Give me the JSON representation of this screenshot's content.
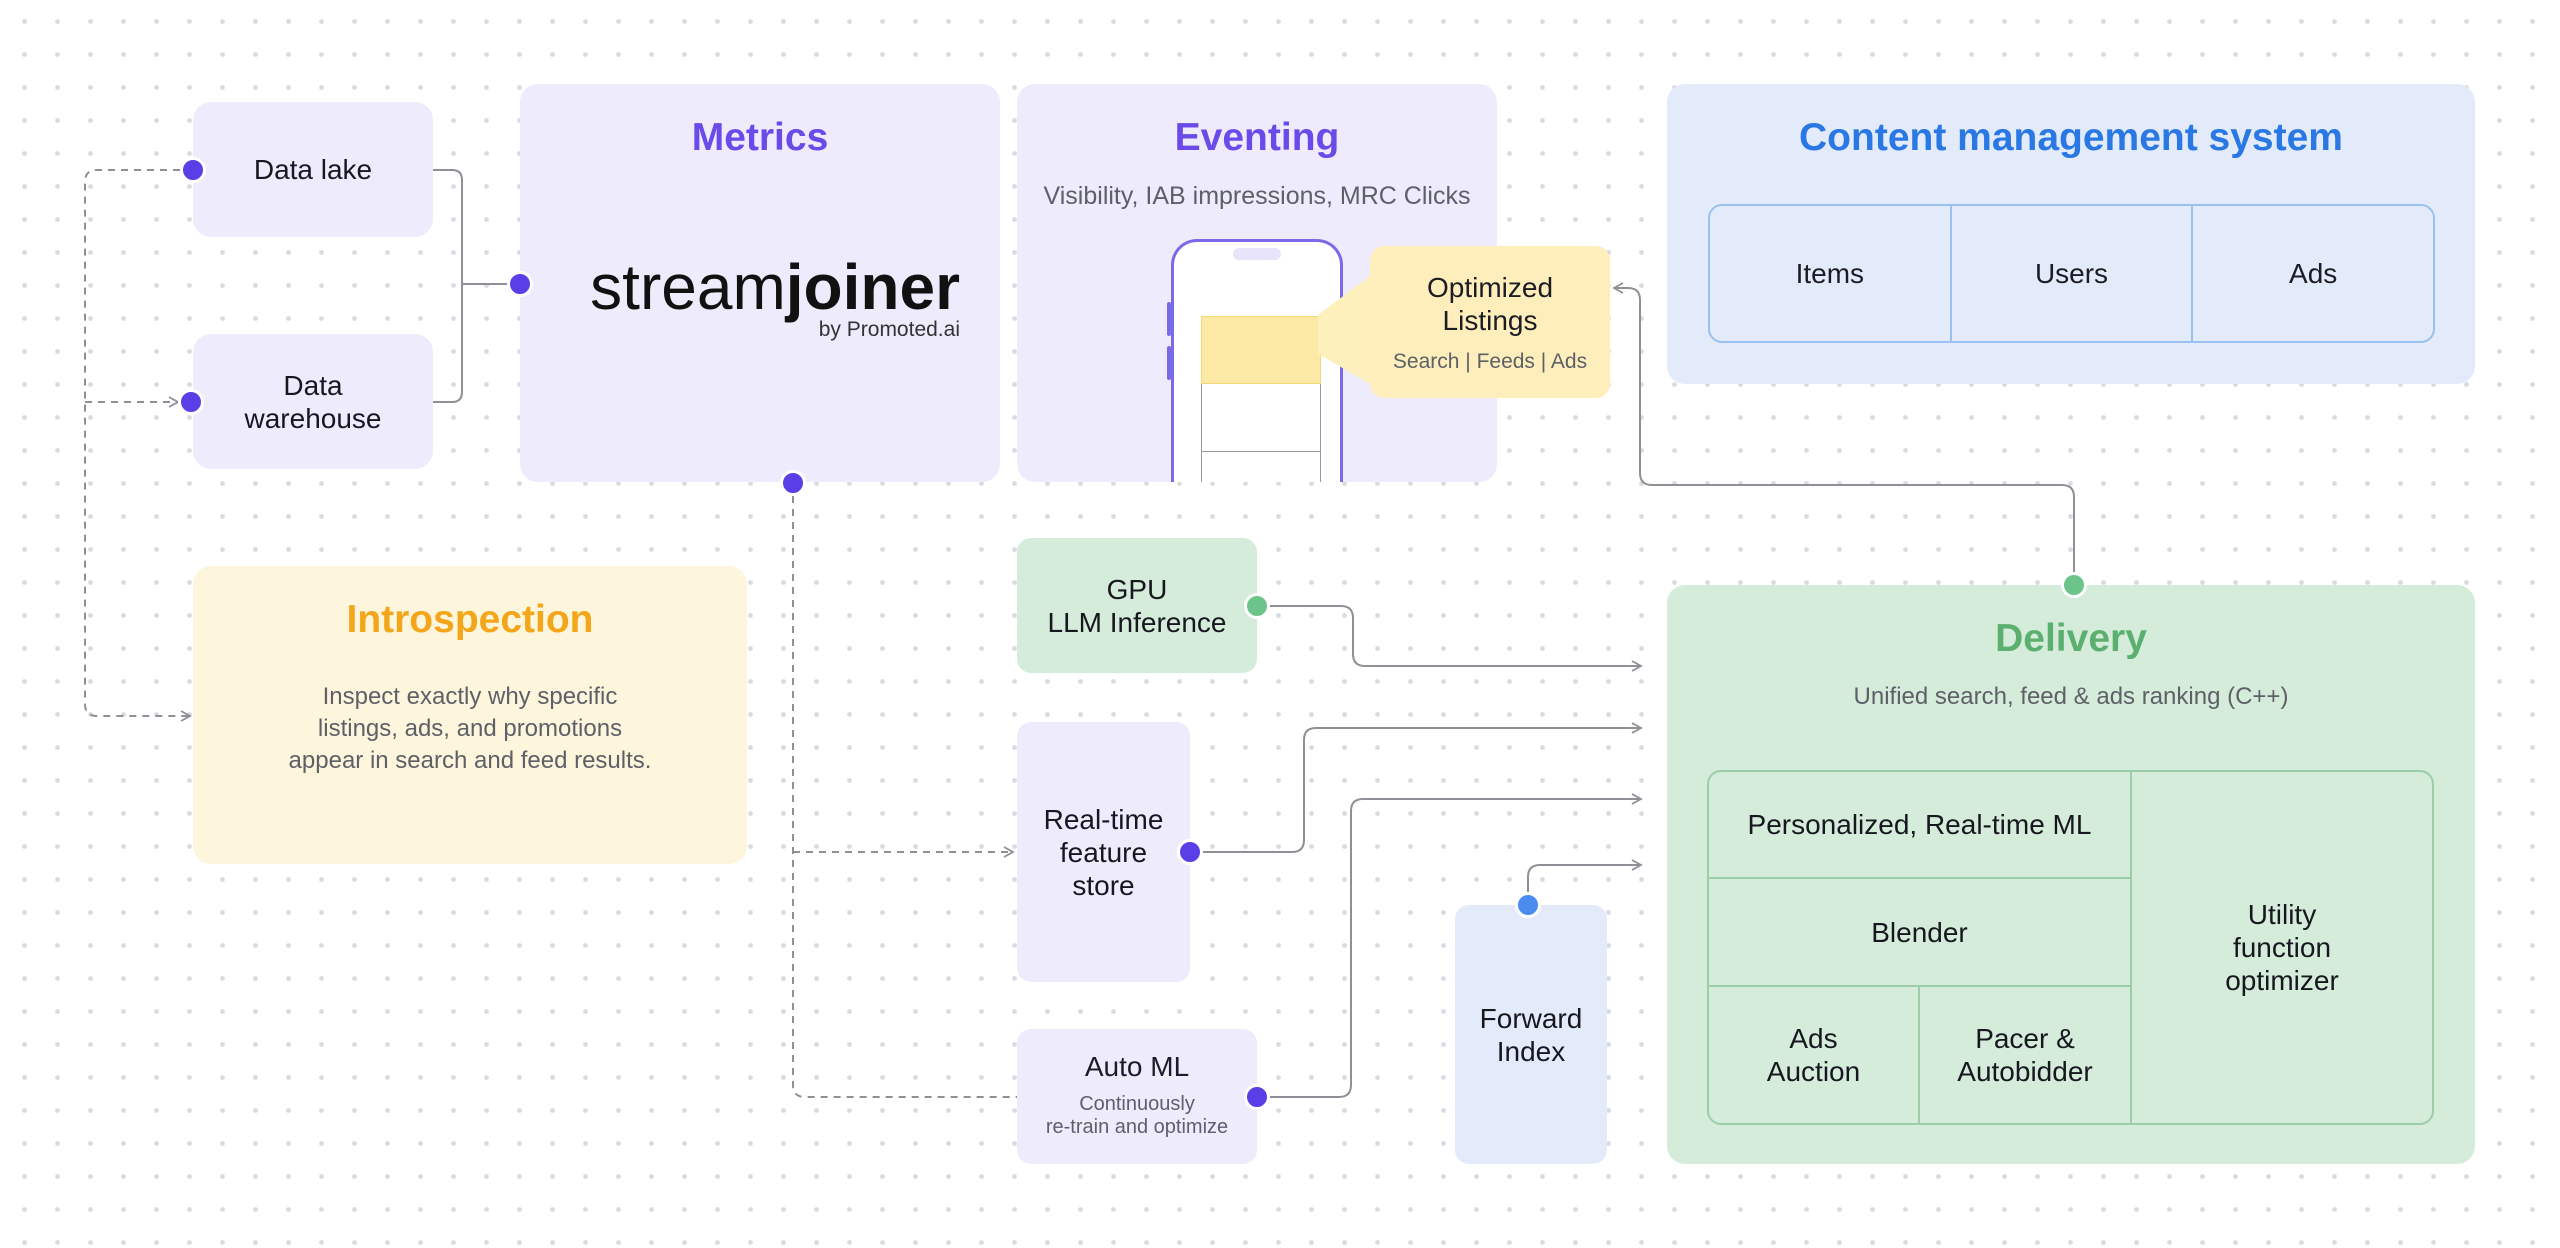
{
  "left": {
    "data_lake": "Data lake",
    "data_warehouse": "Data\nwarehouse"
  },
  "metrics": {
    "title": "Metrics",
    "logo_stream": "stream",
    "logo_joiner": "joiner",
    "logo_by": "by Promoted.ai"
  },
  "eventing": {
    "title": "Eventing",
    "subtitle": "Visibility, IAB impressions, MRC Clicks",
    "optimized_title": "Optimized\nListings",
    "optimized_sub": "Search | Feeds | Ads"
  },
  "cms": {
    "title": "Content management system",
    "cells": [
      "Items",
      "Users",
      "Ads"
    ]
  },
  "introspection": {
    "title": "Introspection",
    "body": "Inspect exactly why specific\nlistings, ads, and promotions\nappear in search and feed results."
  },
  "middle": {
    "gpu": "GPU\nLLM Inference",
    "feature_store": "Real-time\nfeature\nstore",
    "automl_title": "Auto ML",
    "automl_sub": "Continuously\nre-train and optimize",
    "forward_index": "Forward\nIndex"
  },
  "delivery": {
    "title": "Delivery",
    "subtitle": "Unified search, feed & ads ranking (C++)",
    "personalized": "Personalized, Real-time ML",
    "blender": "Blender",
    "ads_auction": "Ads\nAuction",
    "pacer": "Pacer &\nAutobidder",
    "utility": "Utility\nfunction\noptimizer"
  },
  "colors": {
    "accent_purple": "#6a4ae8",
    "accent_blue": "#2a78e4",
    "accent_orange": "#f3a619",
    "accent_green": "#5bb06f",
    "connector_purple": "#5b3fe6",
    "connector_green": "#6cc48a",
    "connector_blue": "#4a8cf0"
  }
}
